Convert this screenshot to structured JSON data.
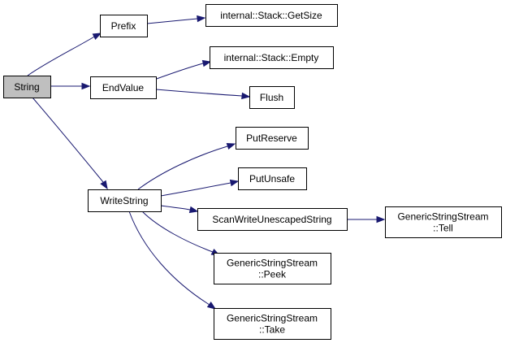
{
  "diagram": {
    "nodes": {
      "string": {
        "lines": [
          "String"
        ]
      },
      "prefix": {
        "lines": [
          "Prefix"
        ]
      },
      "endvalue": {
        "lines": [
          "EndValue"
        ]
      },
      "writestring": {
        "lines": [
          "WriteString"
        ]
      },
      "getsize": {
        "lines": [
          "internal::Stack::GetSize"
        ]
      },
      "empty": {
        "lines": [
          "internal::Stack::Empty"
        ]
      },
      "flush": {
        "lines": [
          "Flush"
        ]
      },
      "putreserve": {
        "lines": [
          "PutReserve"
        ]
      },
      "putunsafe": {
        "lines": [
          "PutUnsafe"
        ]
      },
      "scanwrite": {
        "lines": [
          "ScanWriteUnescapedString"
        ]
      },
      "tell": {
        "lines": [
          "GenericStringStream",
          "::Tell"
        ]
      },
      "peek": {
        "lines": [
          "GenericStringStream",
          "::Peek"
        ]
      },
      "take": {
        "lines": [
          "GenericStringStream",
          "::Take"
        ]
      }
    },
    "edges": [
      {
        "from": "string",
        "to": "prefix"
      },
      {
        "from": "string",
        "to": "endvalue"
      },
      {
        "from": "string",
        "to": "writestring"
      },
      {
        "from": "prefix",
        "to": "getsize"
      },
      {
        "from": "endvalue",
        "to": "empty"
      },
      {
        "from": "endvalue",
        "to": "flush"
      },
      {
        "from": "writestring",
        "to": "putreserve"
      },
      {
        "from": "writestring",
        "to": "putunsafe"
      },
      {
        "from": "writestring",
        "to": "scanwrite"
      },
      {
        "from": "writestring",
        "to": "peek"
      },
      {
        "from": "writestring",
        "to": "take"
      },
      {
        "from": "scanwrite",
        "to": "tell"
      }
    ],
    "colors": {
      "edge": "#191970",
      "root_fill": "#bfbfbf",
      "node_fill": "#ffffff",
      "border": "#000000"
    }
  }
}
